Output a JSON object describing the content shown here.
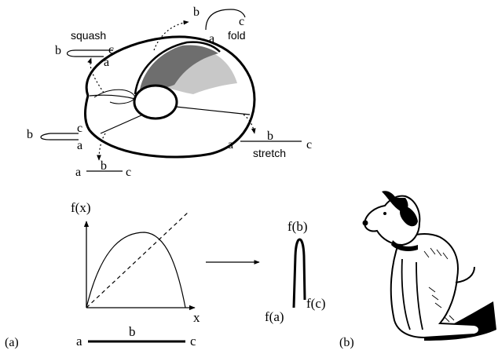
{
  "torus": {
    "squash": {
      "label": "squash",
      "a": "a",
      "b": "b",
      "c": "c"
    },
    "fold": {
      "label": "fold",
      "a": "a",
      "b": "b",
      "c": "c"
    },
    "stretch": {
      "label": "stretch",
      "a": "a",
      "b": "b",
      "c": "c"
    },
    "left_strip": {
      "a": "a",
      "b": "b",
      "c": "c"
    },
    "bottom_strip": {
      "a": "a",
      "b": "b",
      "c": "c"
    }
  },
  "plot": {
    "ylabel": "f(x)",
    "xlabel": "x",
    "interval": {
      "a": "a",
      "b": "b",
      "c": "c"
    }
  },
  "image": {
    "fb": "f(b)",
    "fa": "f(a)",
    "fc": "f(c)"
  },
  "panels": {
    "a": "(a)",
    "b": "(b)"
  },
  "colors": {
    "ink": "#000000",
    "dark_band": "#6e6e6e",
    "light_band": "#c8c8c8"
  }
}
